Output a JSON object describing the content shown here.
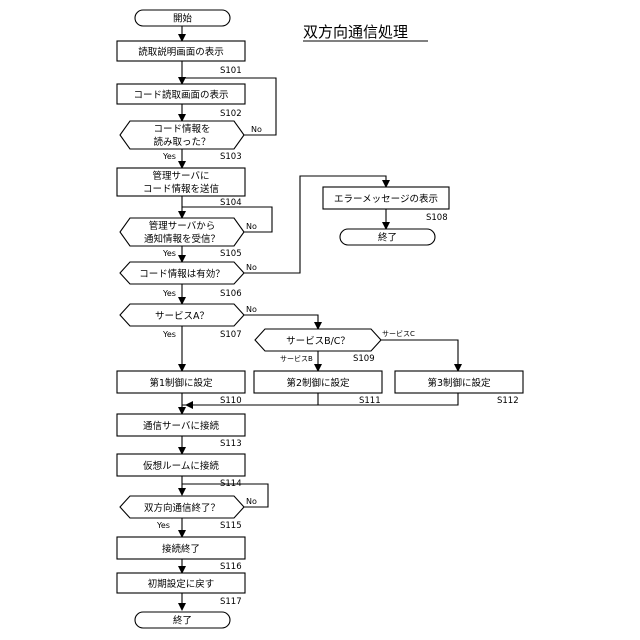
{
  "title": "双方向通信処理",
  "nodes": {
    "start": "開始",
    "s101": "読取説明画面の表示",
    "s102": "コード読取画面の表示",
    "s103_line1": "コード情報を",
    "s103_line2": "読み取った？",
    "s104_line1": "管理サーバに",
    "s104_line2": "コード情報を送信",
    "s105_line1": "管理サーバから",
    "s105_line2": "通知情報を受信？",
    "s106": "コード情報は有効？",
    "s107": "サービスA？",
    "s108": "エラーメッセージの表示",
    "s108_end": "終了",
    "s109": "サービスB/C？",
    "s110": "第1制御に設定",
    "s111": "第2制御に設定",
    "s112": "第3制御に設定",
    "s113": "通信サーバに接続",
    "s114": "仮想ルームに接続",
    "s115": "双方向通信終了？",
    "s116": "接続終了",
    "s117": "初期設定に戻す",
    "end": "終了"
  },
  "steps": {
    "s101": "S101",
    "s102": "S102",
    "s103": "S103",
    "s104": "S104",
    "s105": "S105",
    "s106": "S106",
    "s107": "S107",
    "s108": "S108",
    "s109": "S109",
    "s110": "S110",
    "s111": "S111",
    "s112": "S112",
    "s113": "S113",
    "s114": "S114",
    "s115": "S115",
    "s116": "S116",
    "s117": "S117"
  },
  "branches": {
    "yes": "Yes",
    "no": "No",
    "service_b": "サービスB",
    "service_c": "サービスC"
  }
}
